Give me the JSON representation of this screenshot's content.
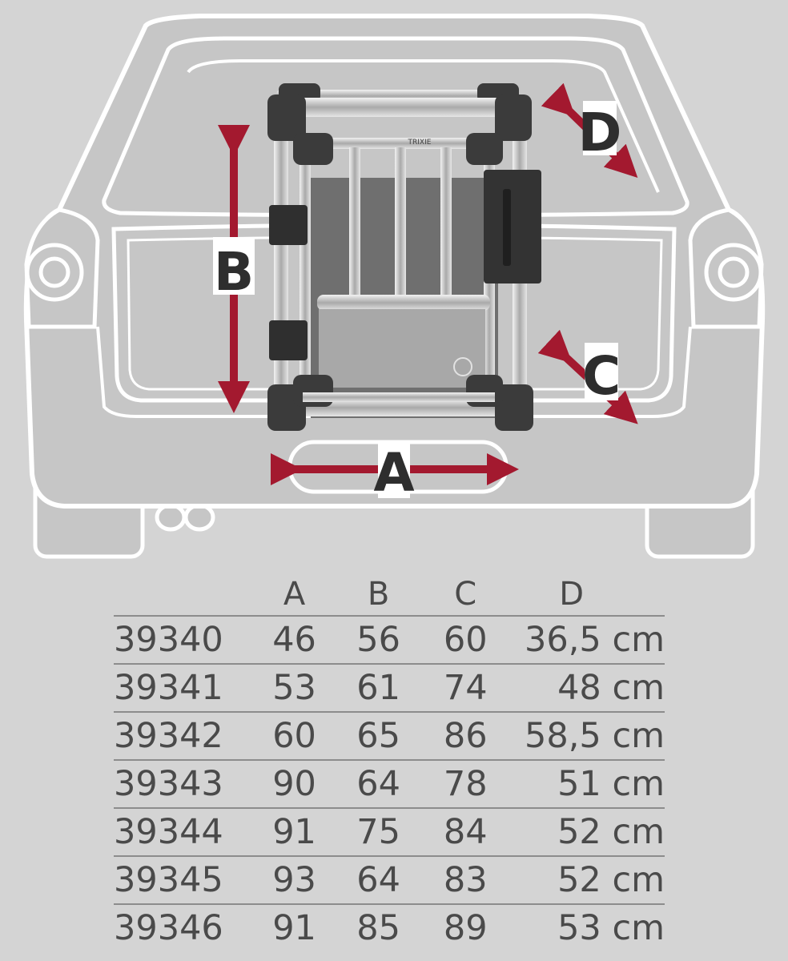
{
  "labels": {
    "a": "A",
    "b": "B",
    "c": "C",
    "d": "D"
  },
  "crate_brand": "TRIXIE",
  "colors": {
    "arrow": "#a3192f",
    "background": "#d4d4d4",
    "car_fill": "#c6c6c6",
    "car_outline": "#ffffff"
  },
  "table": {
    "headers": {
      "code": "",
      "a": "A",
      "b": "B",
      "c": "C",
      "d": "D"
    },
    "rows": [
      {
        "code": "39340",
        "a": "46",
        "b": "56",
        "c": "60",
        "d": "36,5 cm"
      },
      {
        "code": "39341",
        "a": "53",
        "b": "61",
        "c": "74",
        "d": "48 cm"
      },
      {
        "code": "39342",
        "a": "60",
        "b": "65",
        "c": "86",
        "d": "58,5 cm"
      },
      {
        "code": "39343",
        "a": "90",
        "b": "64",
        "c": "78",
        "d": "51 cm"
      },
      {
        "code": "39344",
        "a": "91",
        "b": "75",
        "c": "84",
        "d": "52 cm"
      },
      {
        "code": "39345",
        "a": "93",
        "b": "64",
        "c": "83",
        "d": "52 cm"
      },
      {
        "code": "39346",
        "a": "91",
        "b": "85",
        "c": "89",
        "d": "53 cm"
      }
    ]
  }
}
